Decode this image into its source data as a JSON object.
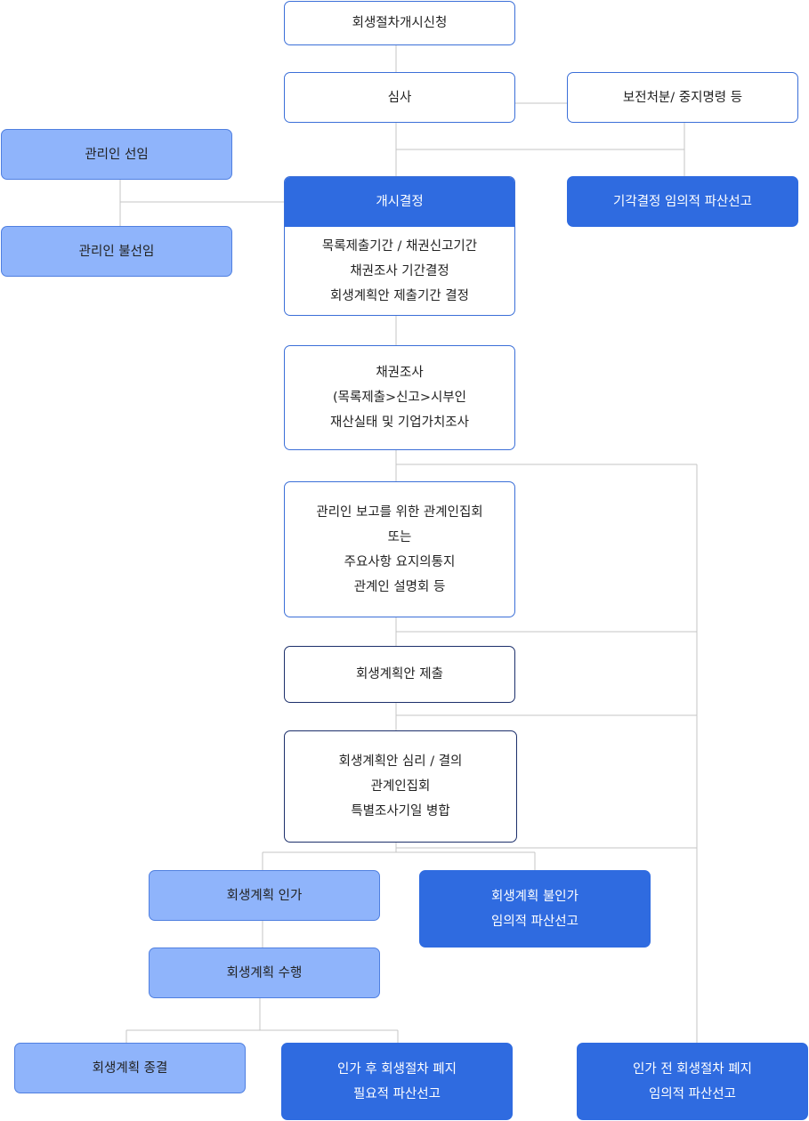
{
  "nodes": {
    "petition": {
      "lines": [
        "회생절차개시신청"
      ]
    },
    "review": {
      "lines": [
        "심사"
      ]
    },
    "preservation": {
      "lines": [
        "보전처분/ 중지명령 등"
      ]
    },
    "dismissal": {
      "lines": [
        "기각결정 임의적 파산선고"
      ]
    },
    "admin_appointed": {
      "lines": [
        "관리인 선임"
      ]
    },
    "admin_not_appointed": {
      "lines": [
        "관리인 불선임"
      ]
    },
    "commencement": {
      "title": "개시결정",
      "lines": [
        "목록제출기간 / 채권신고기간",
        "채권조사 기간결정",
        "회생계획안 제출기간 결정"
      ]
    },
    "claim_investigation": {
      "lines": [
        "채권조사",
        "(목록제출>신고>시부인",
        "재산실태 및 기업가치조사"
      ]
    },
    "creditors_meeting": {
      "lines": [
        "관리인 보고를 위한 관계인집회",
        "또는",
        "주요사항 요지의통지",
        "관계인 설명회 등"
      ]
    },
    "plan_submission": {
      "lines": [
        "회생계획안 제출"
      ]
    },
    "plan_hearing": {
      "lines": [
        "회생계획안 심리 / 결의",
        "관계인집회",
        "특별조사기일 병합"
      ]
    },
    "plan_approved": {
      "lines": [
        "회생계획 인가"
      ]
    },
    "plan_rejected": {
      "lines": [
        "회생계획 불인가",
        "임의적 파산선고"
      ]
    },
    "plan_execution": {
      "lines": [
        "회생계획 수행"
      ]
    },
    "plan_completed": {
      "lines": [
        "회생계획 종결"
      ]
    },
    "abolition_after": {
      "lines": [
        "인가 후 회생절차 폐지",
        "필요적 파산선고"
      ]
    },
    "abolition_before": {
      "lines": [
        "인가 전 회생절차 폐지",
        "임의적 파산선고"
      ]
    }
  }
}
